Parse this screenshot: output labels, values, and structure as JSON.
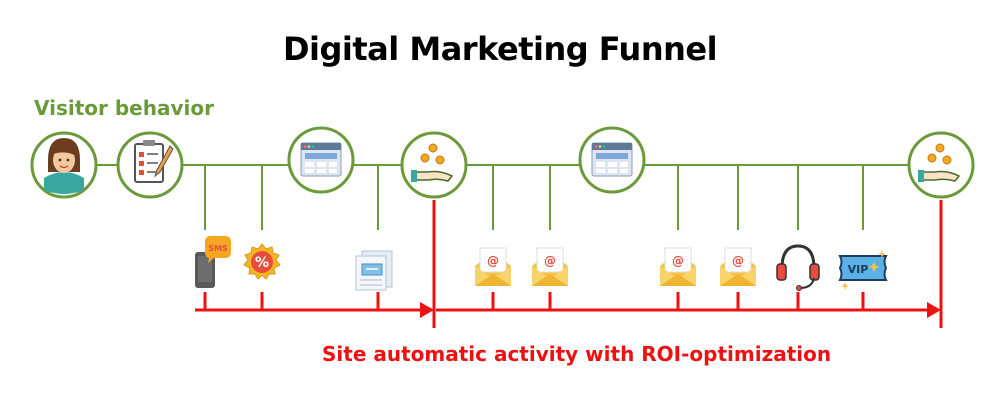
{
  "title": "Digital Marketing Funnel",
  "visitor_label": "Visitor behavior",
  "bottom_label": "Site automatic activity with ROI-optimization",
  "colors": {
    "green": "#6b9a3a",
    "red": "#ee1111"
  },
  "stage_icons": [
    "visitor-avatar-icon",
    "checklist-icon",
    "webpage-icon",
    "coins-hand-icon",
    "webpage-icon",
    "coins-hand-icon"
  ],
  "activity_icons": [
    "sms-phone-icon",
    "discount-badge-icon",
    "newsletter-icon",
    "email-envelope-icon",
    "email-envelope-icon",
    "email-envelope-icon",
    "email-envelope-icon",
    "support-headset-icon",
    "vip-ticket-icon"
  ],
  "icon_text": {
    "sms": "SMS",
    "percent": "%",
    "at": "@",
    "vip": "VIP"
  }
}
